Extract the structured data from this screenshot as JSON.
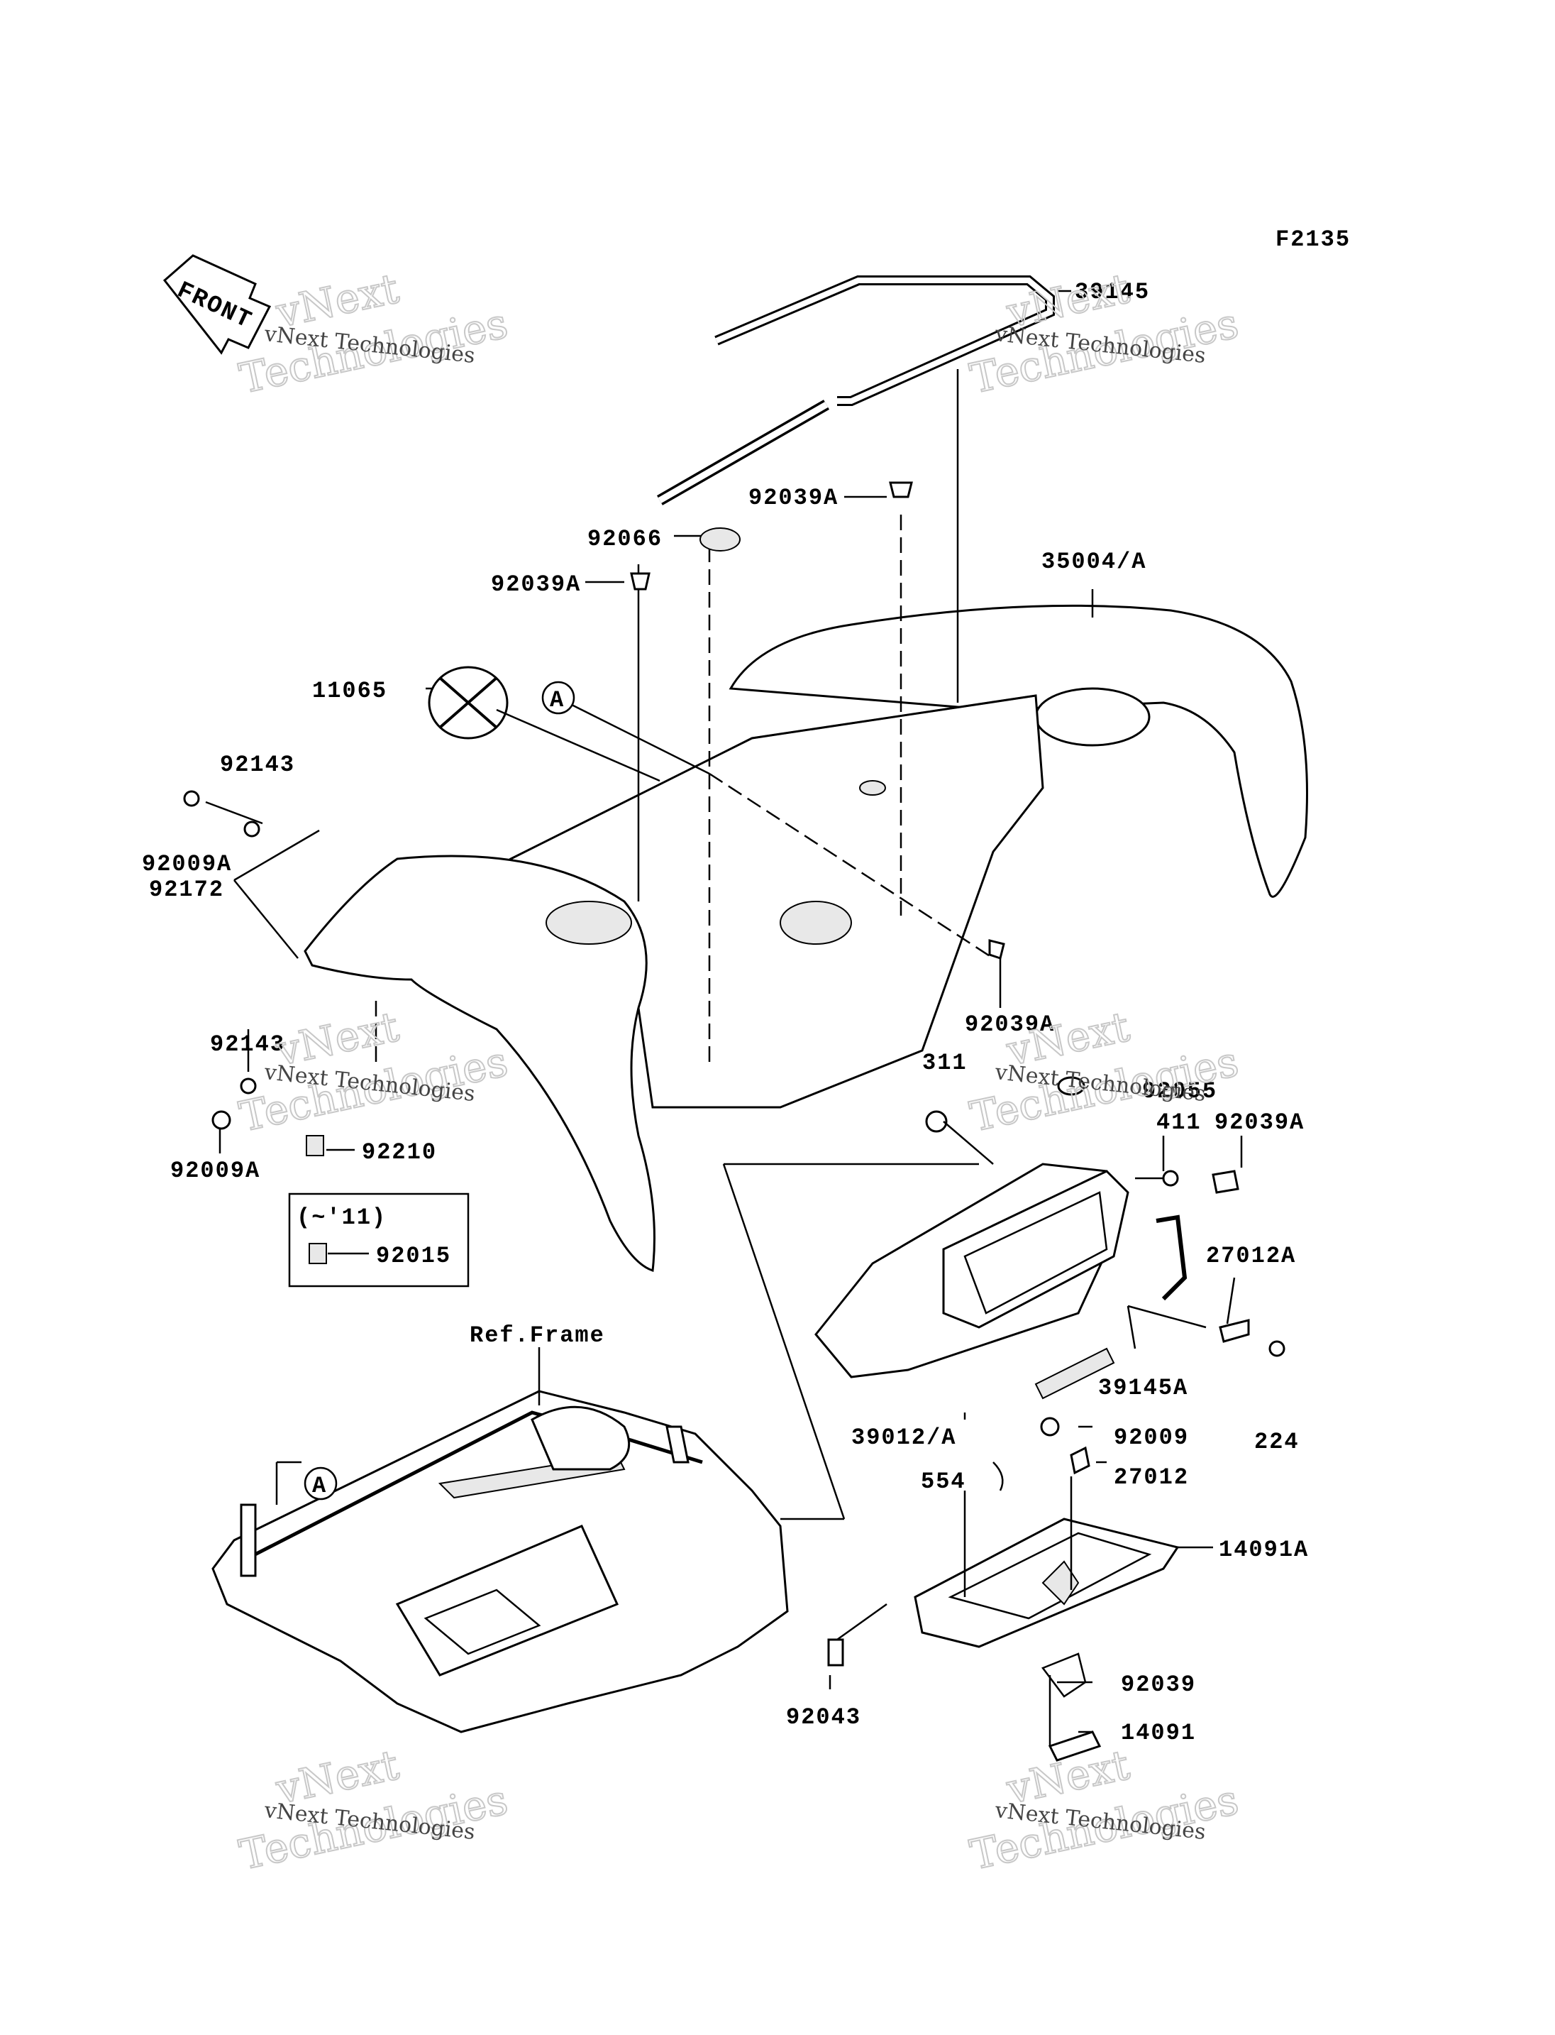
{
  "figure_code": "F2135",
  "front_label": "FRONT",
  "ref_frame": "Ref.Frame",
  "variant_note": "(~'11)",
  "callout_a": "A",
  "watermarks": {
    "brand": "vNext",
    "company": "vNext Technologies",
    "technologies": "Technologies"
  },
  "labels": {
    "p39145": "39145",
    "p92039A_top": "92039A",
    "p92066": "92066",
    "p92039A_left": "92039A",
    "p35004A": "35004/A",
    "p11065": "11065",
    "p92143_top": "92143",
    "p92009A_top": "92009A",
    "p92172": "92172",
    "p92039A_mid": "92039A",
    "p92143_bot": "92143",
    "p92009A_bot": "92009A",
    "p92210": "92210",
    "p92015": "92015",
    "p311": "311",
    "p92055": "92055",
    "p411": "411",
    "p92039A_right": "92039A",
    "p27012A": "27012A",
    "p39145A": "39145A",
    "p224": "224",
    "p39012A": "39012/A",
    "p92009": "92009",
    "p554": "554",
    "p27012": "27012",
    "p14091A": "14091A",
    "p92039": "92039",
    "p92043": "92043",
    "p14091": "14091"
  }
}
